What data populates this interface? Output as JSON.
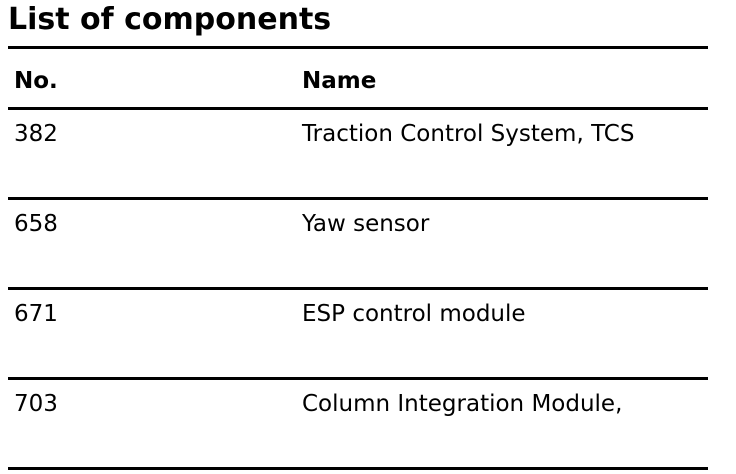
{
  "title": "List of components",
  "table": {
    "headers": {
      "no": "No.",
      "name": "Name"
    },
    "rows": [
      {
        "no": "382",
        "name": "Traction Control System, TCS"
      },
      {
        "no": "658",
        "name": "Yaw sensor"
      },
      {
        "no": "671",
        "name": "ESP control module"
      },
      {
        "no": "703",
        "name": "Column Integration Module,"
      }
    ]
  }
}
